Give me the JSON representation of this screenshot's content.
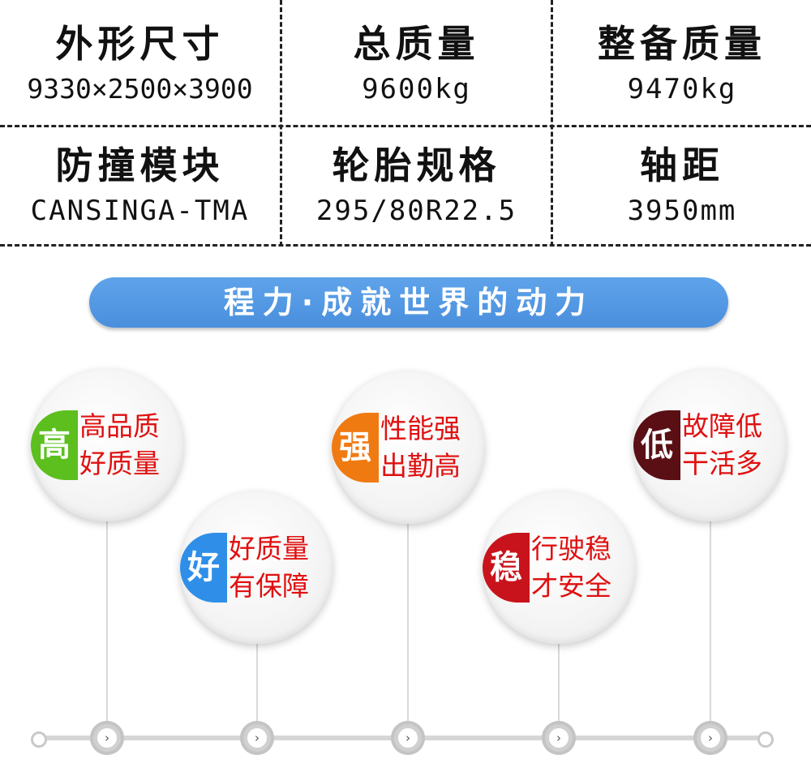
{
  "specs": [
    {
      "label": "外形尺寸",
      "value": "9330×2500×3900"
    },
    {
      "label": "总质量",
      "value": "9600kg"
    },
    {
      "label": "整备质量",
      "value": "9470kg"
    },
    {
      "label": "防撞模块",
      "value": "CANSINGA-TMA"
    },
    {
      "label": "轮胎规格",
      "value": "295/80R22.5"
    },
    {
      "label": "轴距",
      "value": "3950mm"
    }
  ],
  "banner": {
    "text": "程力·成就世界的动力"
  },
  "features": [
    {
      "badge": "高",
      "line1": "高品质",
      "line2": "好质量",
      "badge_color": "#5cbf1e"
    },
    {
      "badge": "好",
      "line1": "好质量",
      "line2": "有保障",
      "badge_color": "#2f8fe8"
    },
    {
      "badge": "强",
      "line1": "性能强",
      "line2": "出勤高",
      "badge_color": "#f07a12"
    },
    {
      "badge": "稳",
      "line1": "行驶稳",
      "line2": "才安全",
      "badge_color": "#c8131c"
    },
    {
      "badge": "低",
      "line1": "故障低",
      "line2": "干活多",
      "badge_color": "#5a0f14"
    }
  ],
  "colors": {
    "feature_text": "#e01010",
    "banner": "#4a8fdd"
  },
  "icons": {
    "timeline_node": "chevron-right-icon"
  }
}
